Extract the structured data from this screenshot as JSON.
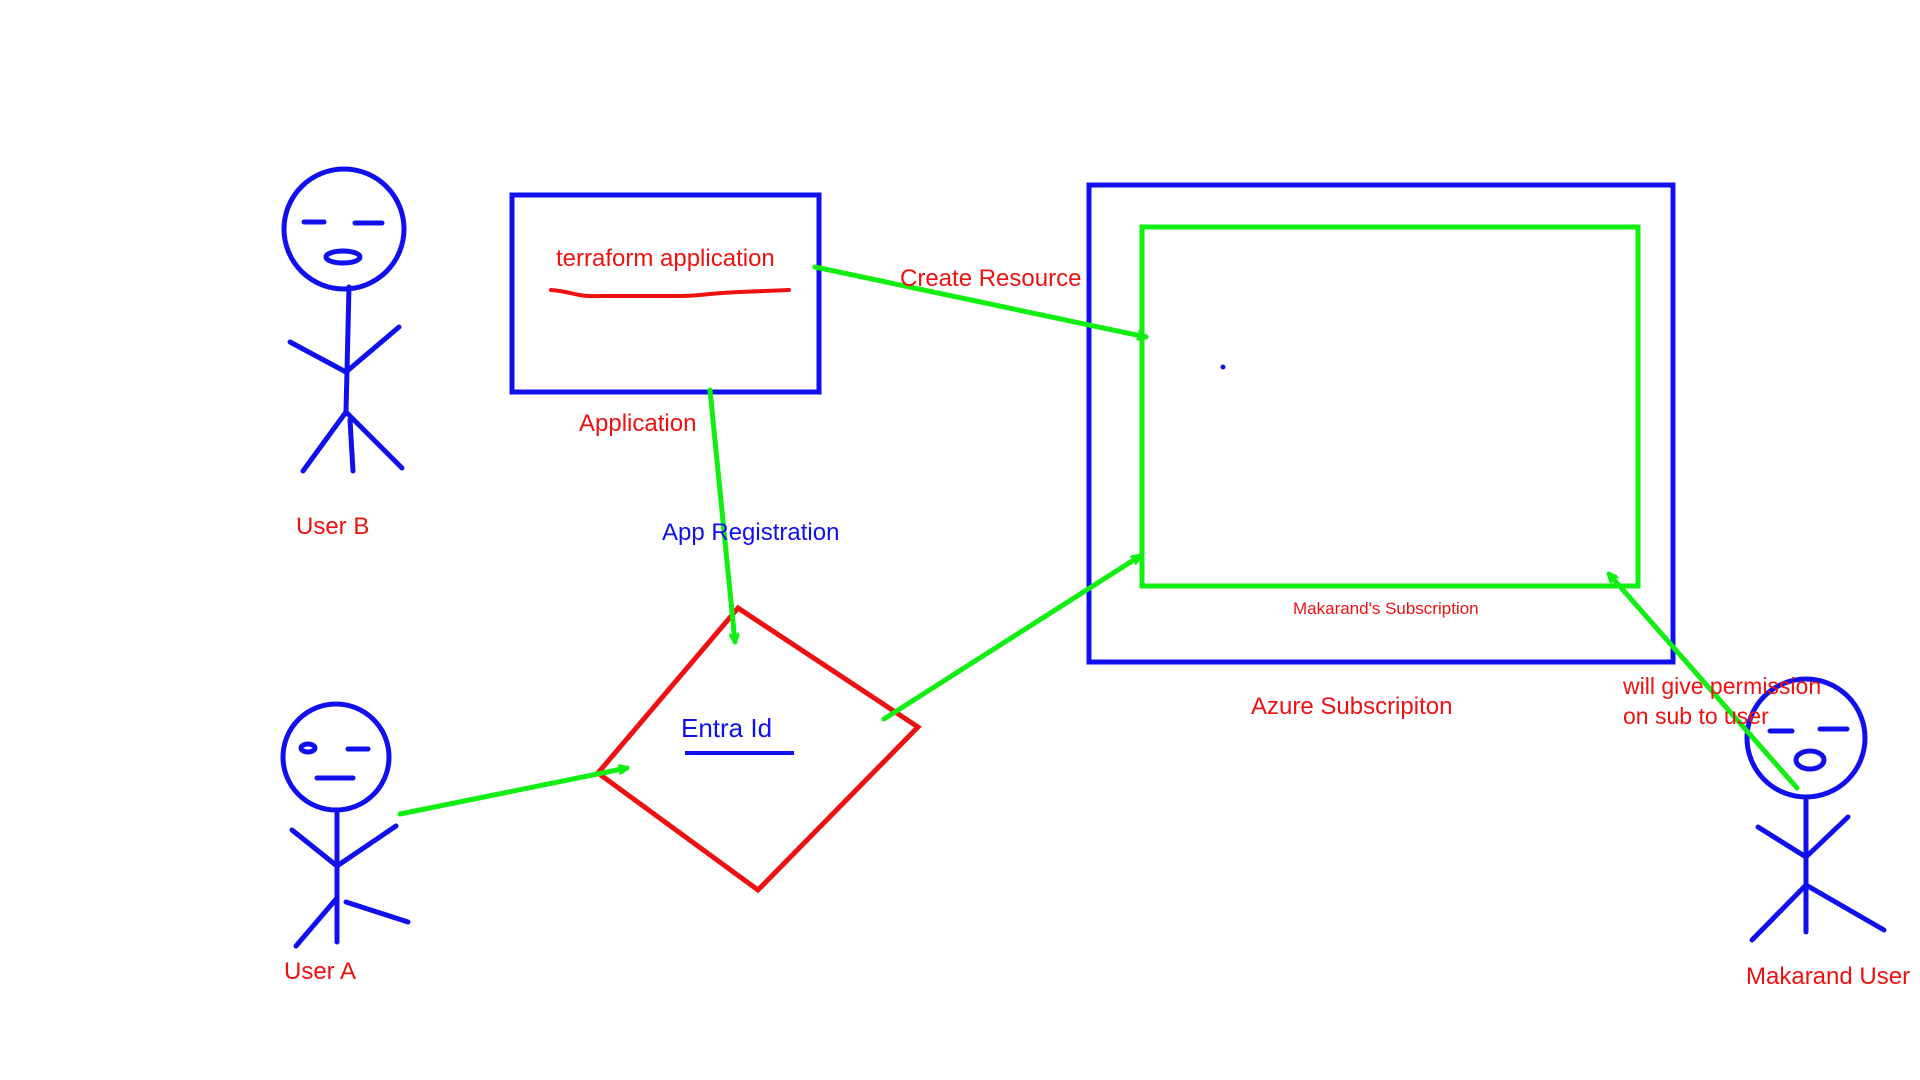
{
  "diagram": {
    "colors": {
      "blue": "#1010ee",
      "red": "#ee1111",
      "green": "#11ee11",
      "background": "#ffffff"
    },
    "users": {
      "user_b": "User B",
      "user_a": "User A",
      "makarand": "Makarand User"
    },
    "application": {
      "box_text": "terraform application",
      "caption": "Application"
    },
    "entra": {
      "label": "Entra Id"
    },
    "azure": {
      "outer_label": "Azure Subscripiton",
      "inner_label": "Makarand's Subscription"
    },
    "edges": {
      "create_resource": "Create Resource",
      "app_registration": "App Registration",
      "permission_line1": "will give permission",
      "permission_line2": "on sub to user"
    }
  }
}
